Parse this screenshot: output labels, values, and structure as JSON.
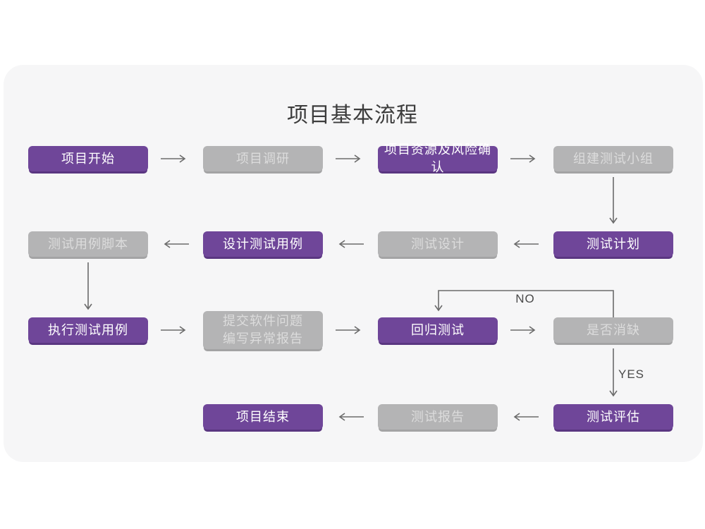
{
  "page": {
    "title": "项目基本流程"
  },
  "flow": {
    "nodes": [
      {
        "id": "project-start",
        "label": "项目开始",
        "variant": "purple"
      },
      {
        "id": "project-research",
        "label": "项目调研",
        "variant": "gray"
      },
      {
        "id": "resources-risk",
        "label": "项目资源及风险确认",
        "variant": "purple"
      },
      {
        "id": "build-test-team",
        "label": "组建测试小组",
        "variant": "gray"
      },
      {
        "id": "test-plan",
        "label": "测试计划",
        "variant": "purple"
      },
      {
        "id": "test-design",
        "label": "测试设计",
        "variant": "gray"
      },
      {
        "id": "design-test-cases",
        "label": "设计测试用例",
        "variant": "purple"
      },
      {
        "id": "test-case-script",
        "label": "测试用例脚本",
        "variant": "gray"
      },
      {
        "id": "execute-test-cases",
        "label": "执行测试用例",
        "variant": "purple"
      },
      {
        "id": "submit-issues",
        "label": "提交软件问题\n编写异常报告",
        "variant": "gray"
      },
      {
        "id": "regression-test",
        "label": "回归测试",
        "variant": "purple"
      },
      {
        "id": "defect-cleared",
        "label": "是否消缺",
        "variant": "gray"
      },
      {
        "id": "test-evaluation",
        "label": "测试评估",
        "variant": "purple"
      },
      {
        "id": "test-report",
        "label": "测试报告",
        "variant": "gray"
      },
      {
        "id": "project-end",
        "label": "项目结束",
        "variant": "purple"
      }
    ],
    "edge_labels": {
      "no": "NO",
      "yes": "YES"
    }
  },
  "colors": {
    "purple": "#6f4699",
    "purple_dark": "#5a3681",
    "gray": "#b4b4b5",
    "gray_dark": "#a3a3a4",
    "card_bg": "#f6f6f7",
    "arrow": "#6b6b6b",
    "text_on_purple": "#ffffff",
    "text_on_gray": "#dcdcdc",
    "title_color": "#3c3c3c"
  }
}
